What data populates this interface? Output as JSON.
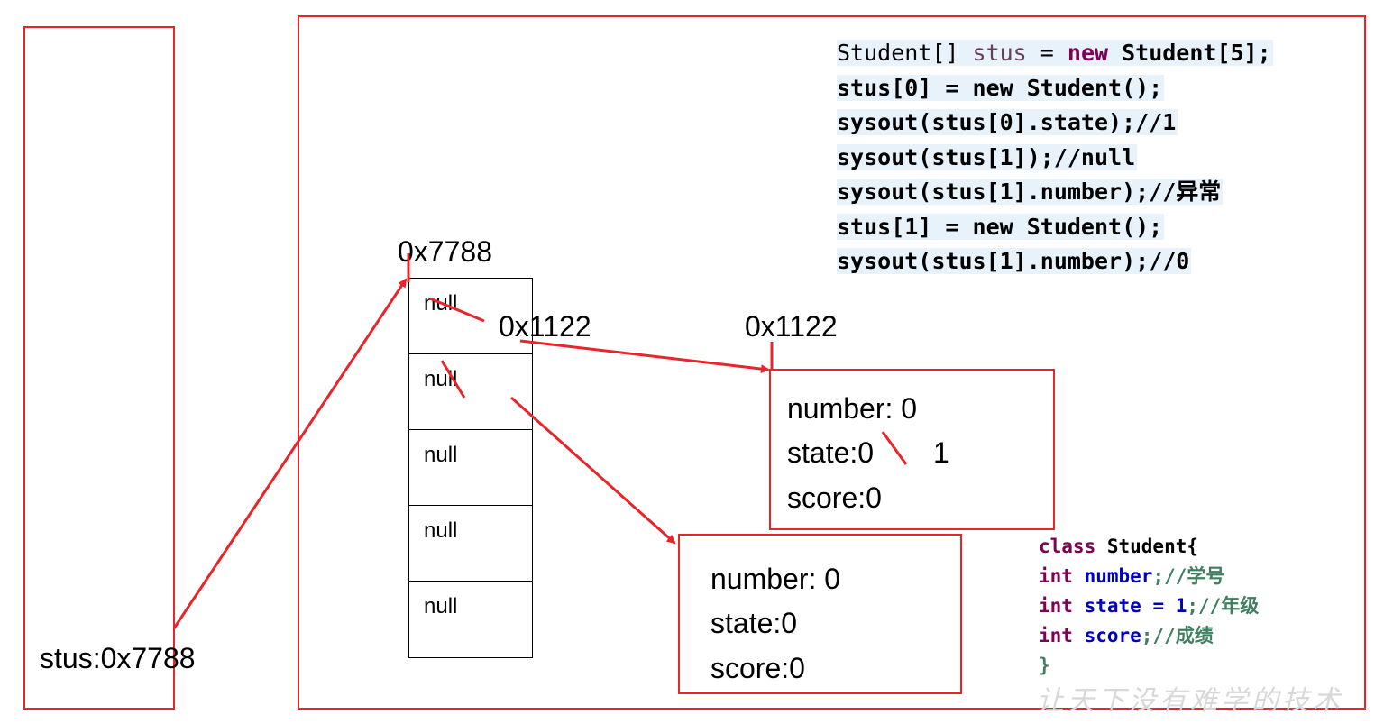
{
  "stack": {
    "variable": "stus:0x7788"
  },
  "array": {
    "address": "0x7788",
    "cells": [
      "null",
      "null",
      "null",
      "null",
      "null"
    ],
    "cell0_ref": "0x1122"
  },
  "object1": {
    "address": "0x1122",
    "number": "number: 0",
    "state": "state:0",
    "state_new": "1",
    "score": "score:0"
  },
  "object2": {
    "number": "number: 0",
    "state": "state:0",
    "score": "score:0"
  },
  "code": {
    "line1_a": "Student[] ",
    "line1_var": "stus",
    "line1_b": " = ",
    "line1_kw": "new",
    "line1_c": " Student[5];",
    "line2": "stus[0] = new Student();",
    "line3": "sysout(stus[0].state);//1",
    "line4": "sysout(stus[1]);//null",
    "line5": "sysout(stus[1].number);//异常",
    "line6": "stus[1] = new Student();",
    "line7": "sysout(stus[1].number);//0"
  },
  "class_def": {
    "kw_class": "class",
    "name": " Student{",
    "int1": "int",
    "f1": " number",
    "c1": ";//学号",
    "int2": "int",
    "f2": " state = 1",
    "c2": ";//年级",
    "int3": "int",
    "f3": " score",
    "c3": ";//成绩",
    "close": "}"
  },
  "watermark": "让天下没有难学的技术",
  "colors": {
    "accent": "#e8252b",
    "keyword": "#7f0055",
    "field": "#0000c0",
    "comment": "#3f7f5f",
    "highlight": "#e8f2fb"
  }
}
